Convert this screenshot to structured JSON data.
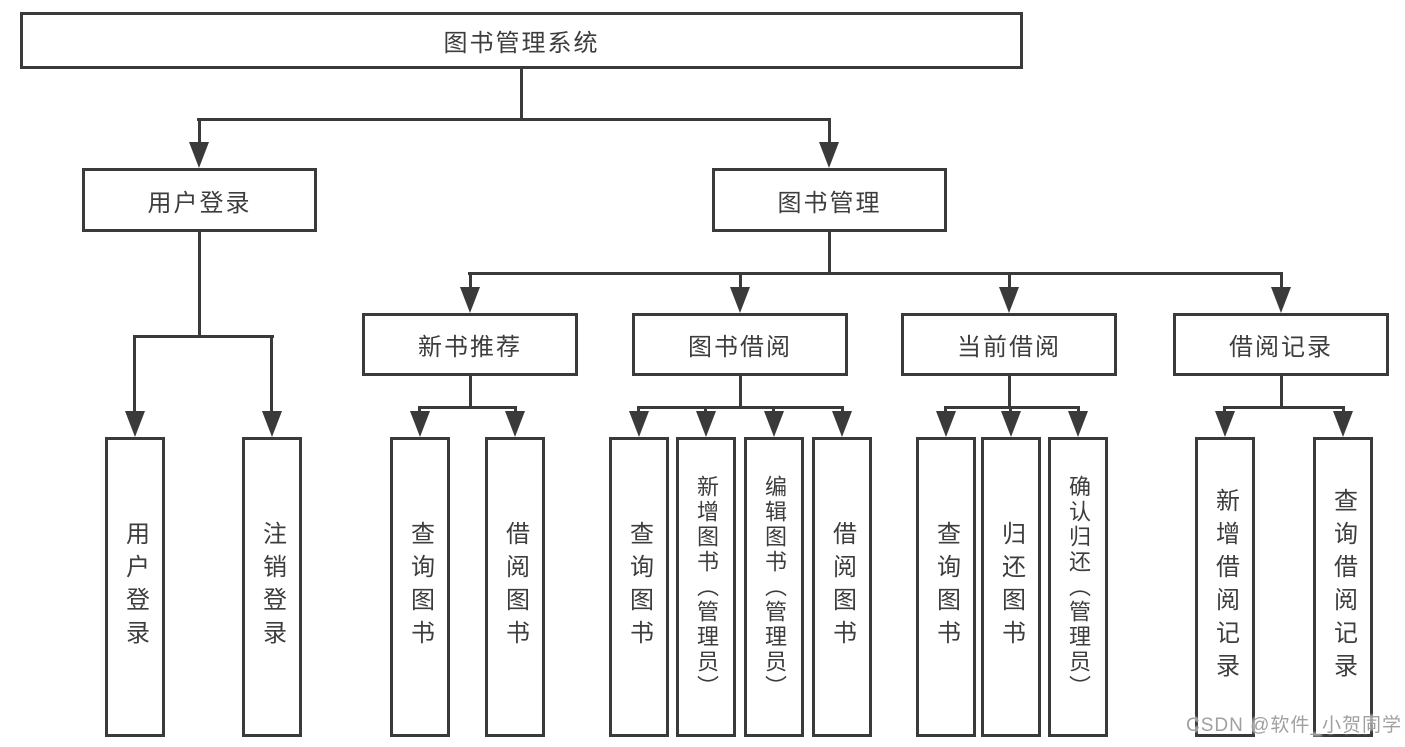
{
  "diagram": {
    "title": "图书管理系统",
    "type": "hierarchy-tree",
    "colors": {
      "line": "#3a3a3a",
      "text": "#3d3d3d",
      "box_fill": "#ffffff",
      "background": "#ffffff",
      "watermark": "#9b9b9b"
    }
  },
  "tree": {
    "root": {
      "label": "图书管理系统"
    },
    "branches": [
      {
        "label": "用户登录",
        "children": [
          "用户登录",
          "注销登录"
        ]
      },
      {
        "label": "图书管理",
        "groups": [
          {
            "label": "新书推荐",
            "children": [
              "查询图书",
              "借阅图书"
            ]
          },
          {
            "label": "图书借阅",
            "children": [
              "查询图书",
              "新增图书（管理员）",
              "编辑图书（管理员）",
              "借阅图书"
            ]
          },
          {
            "label": "当前借阅",
            "children": [
              "查询图书",
              "归还图书",
              "确认归还（管理员）"
            ]
          },
          {
            "label": "借阅记录",
            "children": [
              "新增借阅记录",
              "查询借阅记录"
            ]
          }
        ]
      }
    ]
  },
  "watermark": {
    "text": "CSDN @软件_小贺同学"
  }
}
